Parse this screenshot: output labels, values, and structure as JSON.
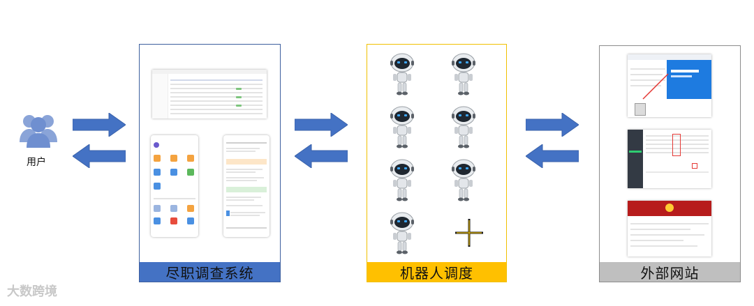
{
  "user": {
    "label": "用户",
    "icon": "users-icon"
  },
  "panels": {
    "left": {
      "title": "尽职调查系统"
    },
    "middle": {
      "title": "机器人调度"
    },
    "right": {
      "title": "外部网站"
    }
  },
  "watermark": "大数跨境",
  "colors": {
    "arrow": "#4472c4",
    "left_border": "#3d5f9e",
    "left_title_bg": "#4472c4",
    "middle_border": "#f0c000",
    "middle_title_bg": "#ffc000",
    "right_border": "#8c8c8c",
    "right_title_bg": "#bfbfbf",
    "plus": "#e6b800"
  },
  "robots": {
    "count": 7
  },
  "plus_symbol": "+"
}
